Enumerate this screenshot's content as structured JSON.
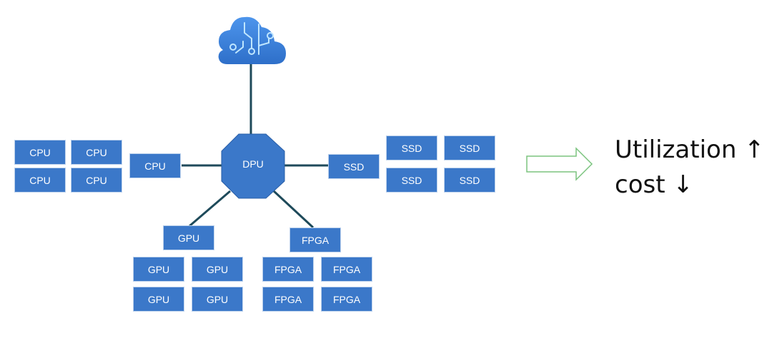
{
  "hub": {
    "label": "DPU"
  },
  "cpu": {
    "link": "CPU",
    "pool": [
      "CPU",
      "CPU",
      "CPU",
      "CPU"
    ]
  },
  "ssd": {
    "link": "SSD",
    "pool": [
      "SSD",
      "SSD",
      "SSD",
      "SSD"
    ]
  },
  "gpu": {
    "link": "GPU",
    "pool": [
      "GPU",
      "GPU",
      "GPU",
      "GPU"
    ]
  },
  "fpga": {
    "link": "FPGA",
    "pool": [
      "FPGA",
      "FPGA",
      "FPGA",
      "FPGA"
    ]
  },
  "result": {
    "line1": "Utilization ↑",
    "line2": "cost ↓"
  },
  "colors": {
    "box": "#3b78c9",
    "hub": "#3b78c9",
    "line": "#1e4a5a",
    "cloud": "#3f86dd",
    "arrow": "#7bc47f"
  }
}
